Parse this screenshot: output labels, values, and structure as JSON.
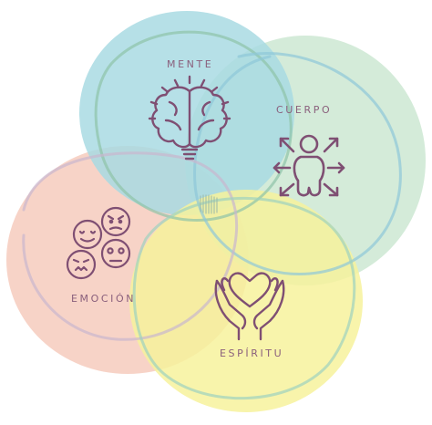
{
  "diagram": {
    "labels": {
      "mente": "MENTE",
      "cuerpo": "CUERPO",
      "emocion": "EMOCIÓN",
      "espiritu": "ESPÍRITU"
    },
    "icons": {
      "mente": "brain-lightbulb-icon",
      "cuerpo": "person-arrows-icon",
      "emocion": "emotion-faces-icon",
      "espiritu": "hands-heart-icon"
    },
    "colors": {
      "mente": "#a9dbe3",
      "cuerpo": "#cce8d2",
      "emocion": "#f6cbbd",
      "espiritu": "#f7f29c",
      "icon_stroke": "#7f4f73",
      "label_text": "#8a5f7c"
    }
  }
}
